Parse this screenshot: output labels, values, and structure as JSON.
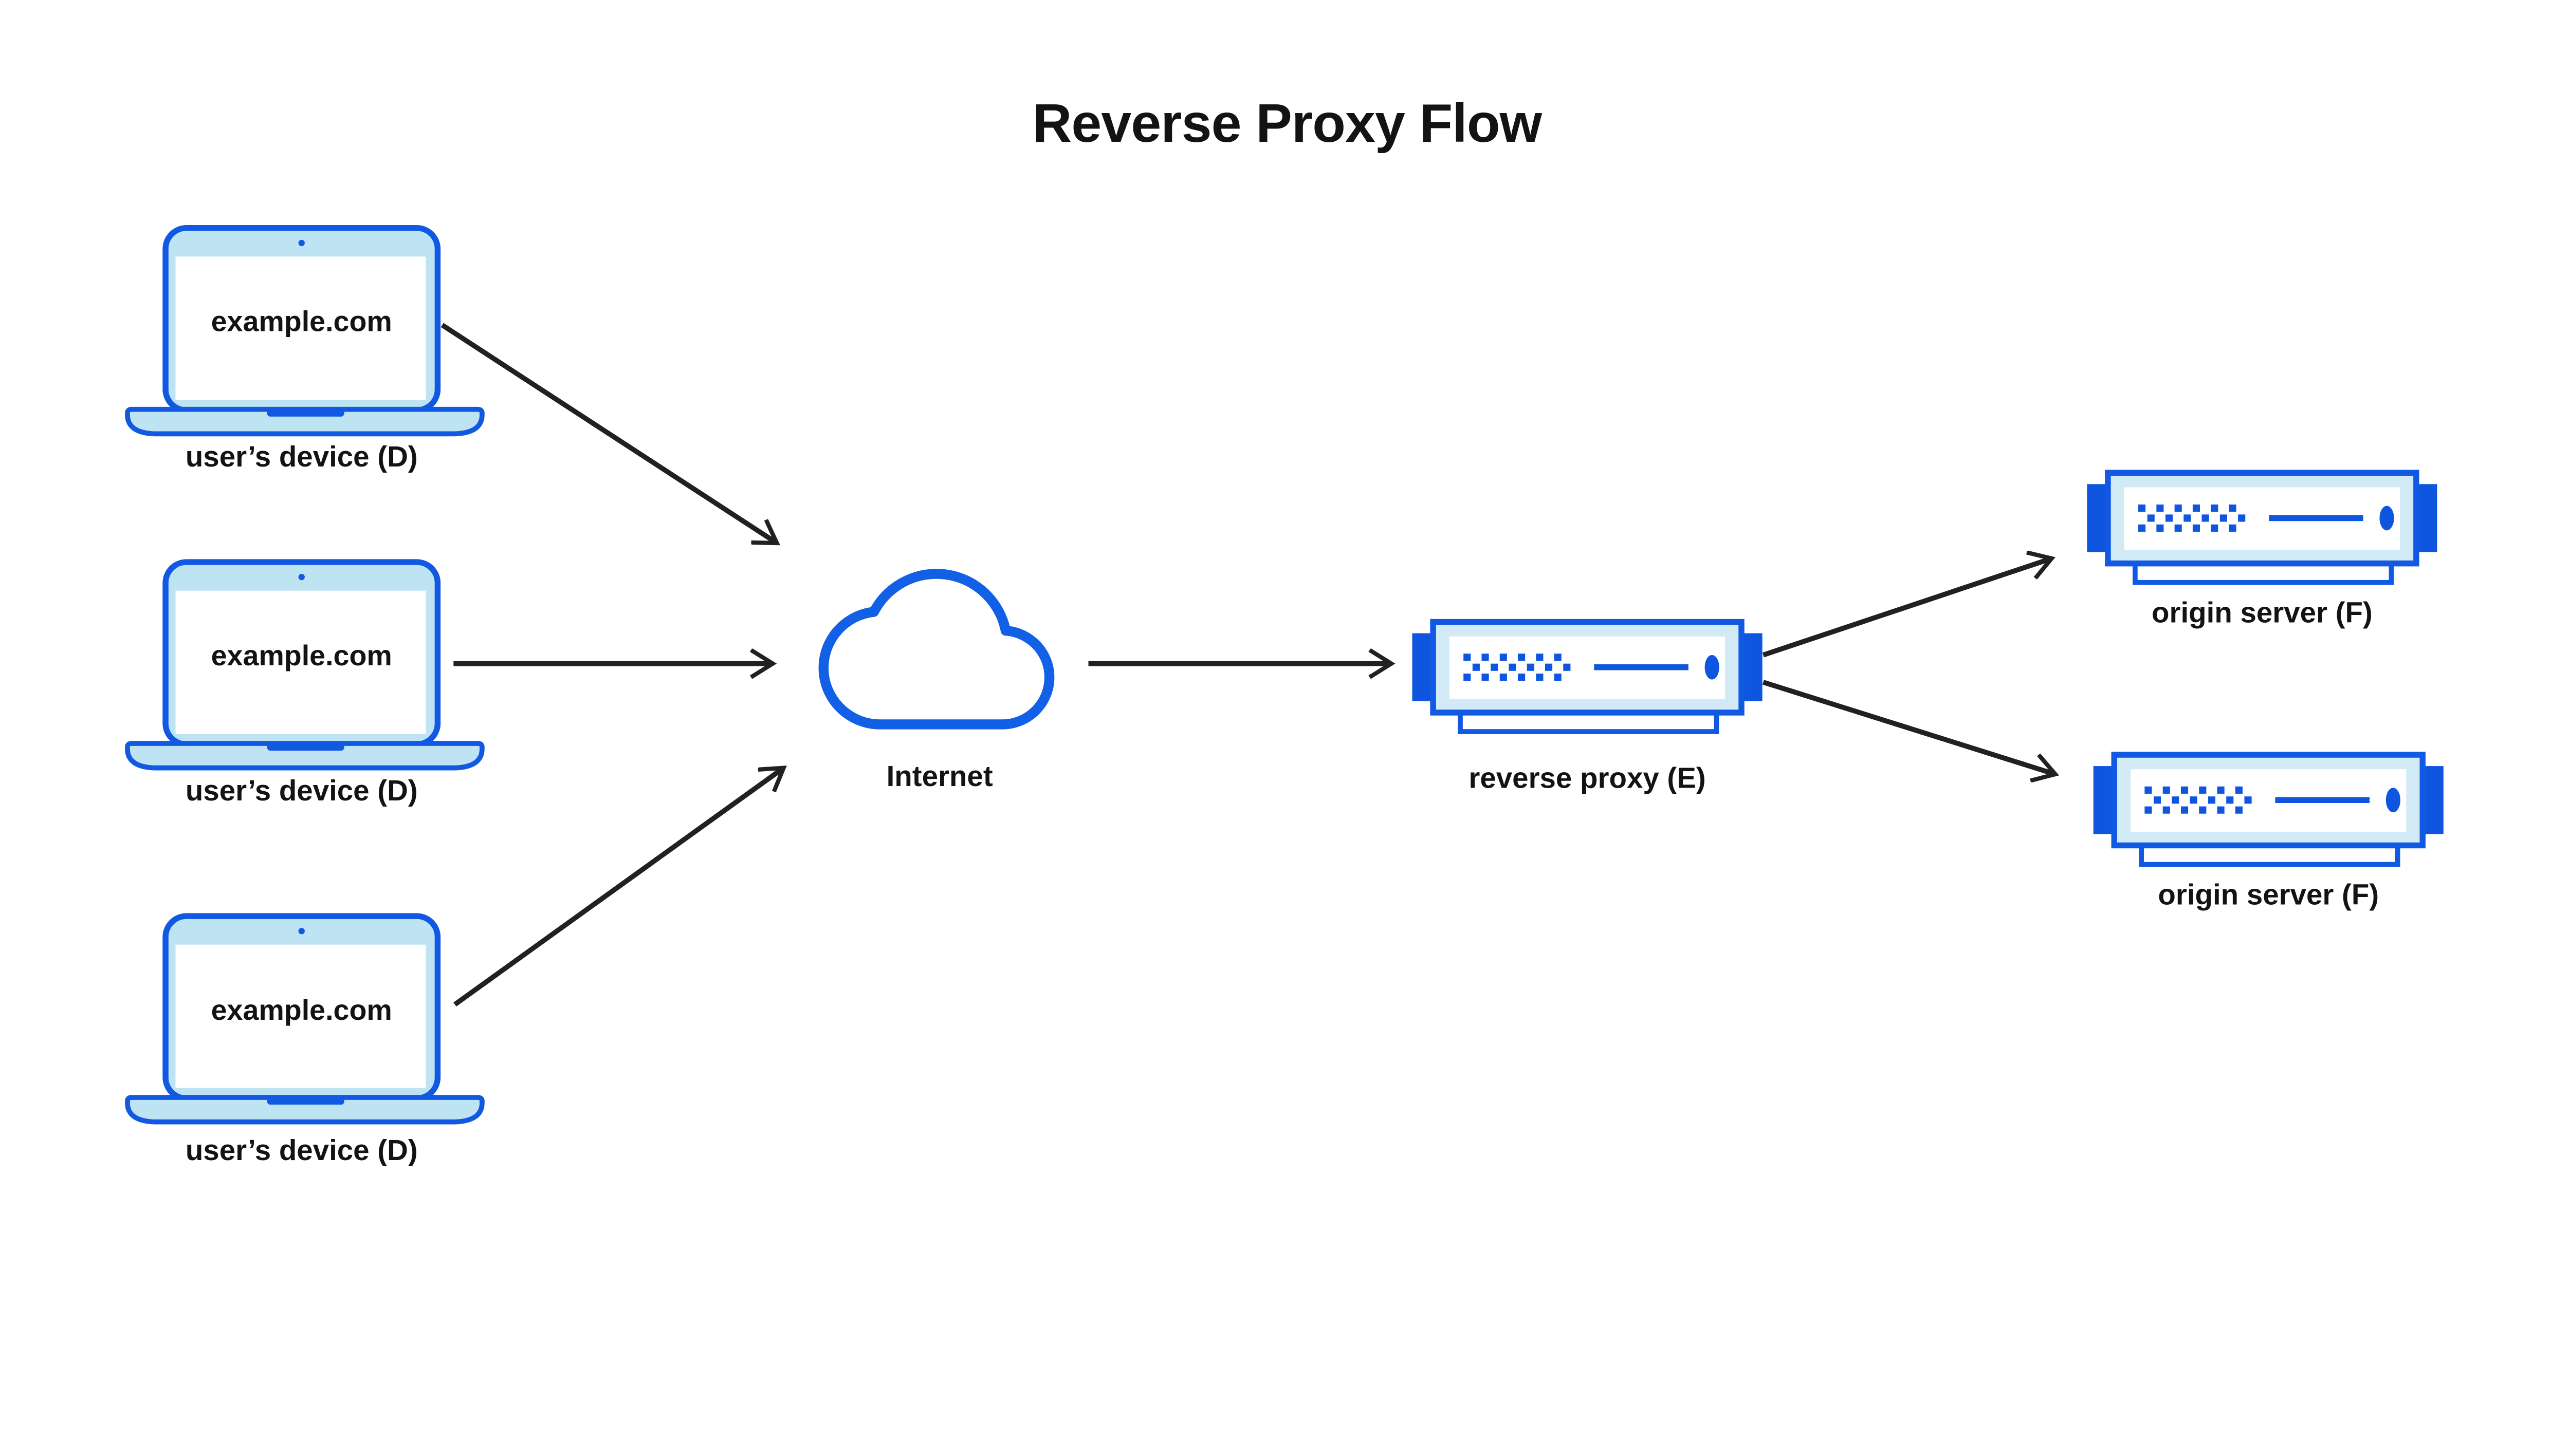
{
  "title": "Reverse Proxy Flow",
  "nodes": {
    "laptops": [
      {
        "screen_text": "example.com",
        "label": "user’s device (D)"
      },
      {
        "screen_text": "example.com",
        "label": "user’s device (D)"
      },
      {
        "screen_text": "example.com",
        "label": "user’s device (D)"
      }
    ],
    "internet": {
      "label": "Internet"
    },
    "reverse_proxy": {
      "label": "reverse proxy (E)"
    },
    "origin_servers": [
      {
        "label": "origin server (F)"
      },
      {
        "label": "origin server (F)"
      }
    ]
  },
  "connections": [
    {
      "from": "user’s device (D)",
      "to": "Internet"
    },
    {
      "from": "user’s device (D)",
      "to": "Internet"
    },
    {
      "from": "user’s device (D)",
      "to": "Internet"
    },
    {
      "from": "Internet",
      "to": "reverse proxy (E)"
    },
    {
      "from": "reverse proxy (E)",
      "to": "origin server (F)"
    },
    {
      "from": "reverse proxy (E)",
      "to": "origin server (F)"
    }
  ],
  "icons": {
    "laptop": "laptop-icon",
    "cloud": "cloud-icon",
    "server": "server-icon",
    "arrow": "flow-arrow"
  },
  "colors": {
    "brand_blue": "#1159E3",
    "dark_blue_accent": "#0E56DF",
    "laptop_fill": "#BEE3F2",
    "server_fill": "#D2EAF5",
    "arrow_black": "#212121",
    "text_black": "#131313",
    "background": "#FFFFFF"
  }
}
